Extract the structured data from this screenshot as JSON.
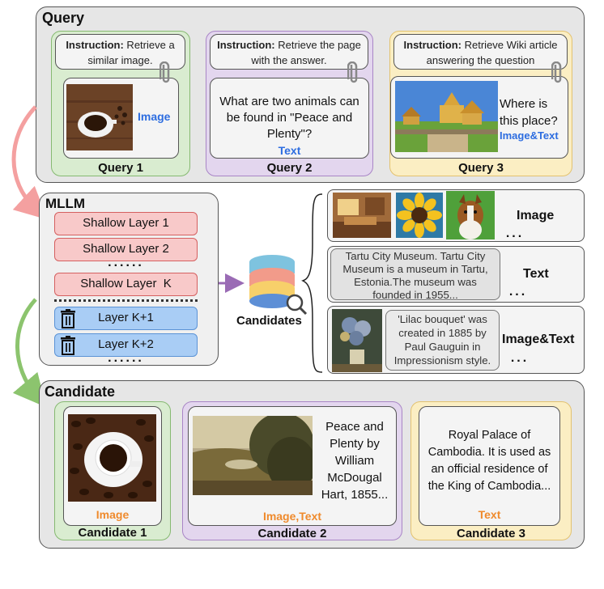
{
  "query": {
    "title": "Query",
    "q1": {
      "instr_bold": "Instruction:",
      "instr": " Retrieve a similar image.",
      "tag": "Image",
      "label": "Query 1"
    },
    "q2": {
      "instr_bold": "Instruction:",
      "instr": " Retrieve the page with the answer.",
      "text": "What are two animals can be found in \"Peace and Plenty\"?",
      "tag": "Text",
      "label": "Query 2"
    },
    "q3": {
      "instr_bold": "Instruction:",
      "instr": " Retrieve Wiki article answering the question",
      "text": "Where is this place?",
      "tag": "Image&Text",
      "label": "Query 3"
    }
  },
  "mllm": {
    "title": "MLLM",
    "layers": [
      "Shallow Layer 1",
      "Shallow Layer 2",
      "Shallow Layer  K",
      "Layer K+1",
      "Layer K+2"
    ],
    "dots": "......"
  },
  "candidates_db": {
    "label": "Candidates"
  },
  "pool": {
    "image": {
      "label": "Image",
      "dots": "..."
    },
    "text": {
      "label": "Text",
      "dots": "...",
      "content": "Tartu City Museum. Tartu City Museum is a museum in Tartu, Estonia.The museum was founded in 1955..."
    },
    "imagetext": {
      "label": "Image&Text",
      "dots": "...",
      "content": "'Lilac bouquet' was created in 1885 by Paul Gauguin in Impressionism style."
    }
  },
  "candidate": {
    "title": "Candidate",
    "c1": {
      "tag": "Image",
      "label": "Candidate 1"
    },
    "c2": {
      "text": "Peace and Plenty by William McDougal Hart,  1855...",
      "tag": "Image,Text",
      "label": "Candidate 2"
    },
    "c3": {
      "text": "Royal Palace of Cambodia. It is used as an official residence  of  the King of Cambodia...",
      "tag": "Text",
      "label": "Candidate 3"
    }
  },
  "colors": {
    "blue_tag": "#2d6de0",
    "orange_tag": "#ef8a2c",
    "arrow_pink": "#f4a0a0",
    "arrow_green": "#8cc46e",
    "arrow_purple": "#9a6bb5"
  }
}
